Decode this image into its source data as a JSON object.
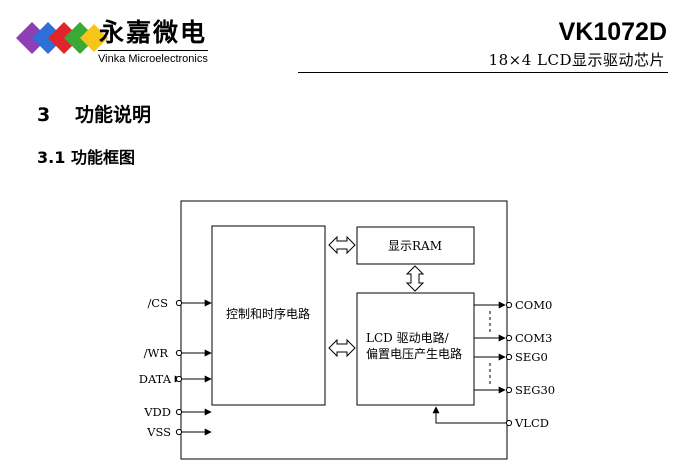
{
  "header": {
    "logo_cn": "永嘉微电",
    "logo_en": "Vinka Microelectronics",
    "part_number": "VK1072D",
    "subtitle": "18×4 LCD显示驱动芯片"
  },
  "section": {
    "number": "3",
    "title": "功能说明"
  },
  "subsection": {
    "number": "3.1",
    "title": "功能框图"
  },
  "diagram": {
    "control_block": "控制和时序电路",
    "ram_block": "显示RAM",
    "driver_block_line1": "LCD 驱动电路/",
    "driver_block_line2": "偏置电压产生电路",
    "pins_left": {
      "cs": "/CS",
      "wr": "/WR",
      "data": "DATA",
      "vdd": "VDD",
      "vss": "VSS"
    },
    "pins_right": {
      "com0": "COM0",
      "com3": "COM3",
      "seg0": "SEG0",
      "seg30": "SEG30",
      "vlcd": "VLCD"
    }
  },
  "colors": {
    "logo_blue": "#2e6fd8",
    "logo_red": "#e0262a",
    "logo_green": "#3aa935",
    "logo_purple": "#8e3fb5",
    "logo_yellow": "#f5c518"
  }
}
